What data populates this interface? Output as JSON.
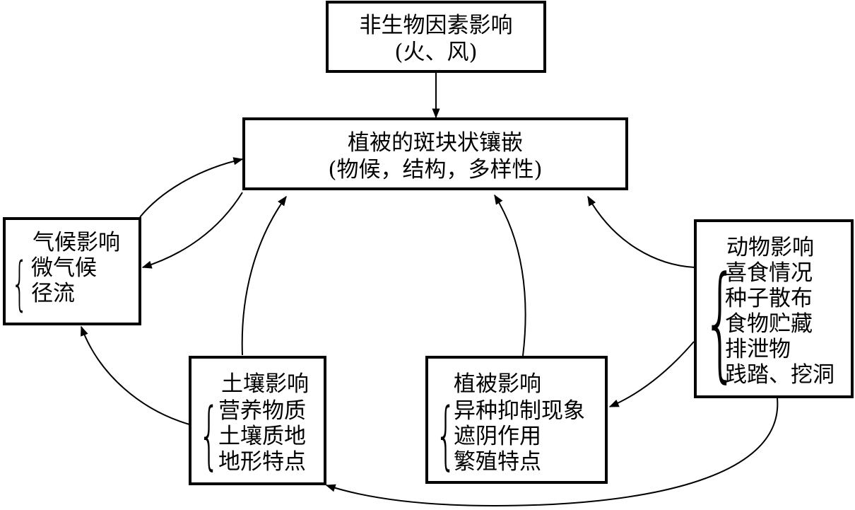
{
  "abiotic": {
    "title": "非生物因素影响",
    "subtitle": "(火、风)"
  },
  "vegetation_mosaic": {
    "title": "植被的斑块状镶嵌",
    "subtitle": "(物候，结构，多样性)"
  },
  "climate": {
    "title": "气候影响",
    "items": [
      "微气候",
      "径流"
    ]
  },
  "soil": {
    "title": "土壤影响",
    "items": [
      "营养物质",
      "土壤质地",
      "地形特点"
    ]
  },
  "plant": {
    "title": "植被影响",
    "items": [
      "异种抑制现象",
      "遮阴作用",
      "繁殖特点"
    ]
  },
  "animal": {
    "title": "动物影响",
    "items": [
      "喜食情况",
      "种子散布",
      "食物贮藏",
      "排泄物",
      "践踏、挖洞"
    ]
  }
}
